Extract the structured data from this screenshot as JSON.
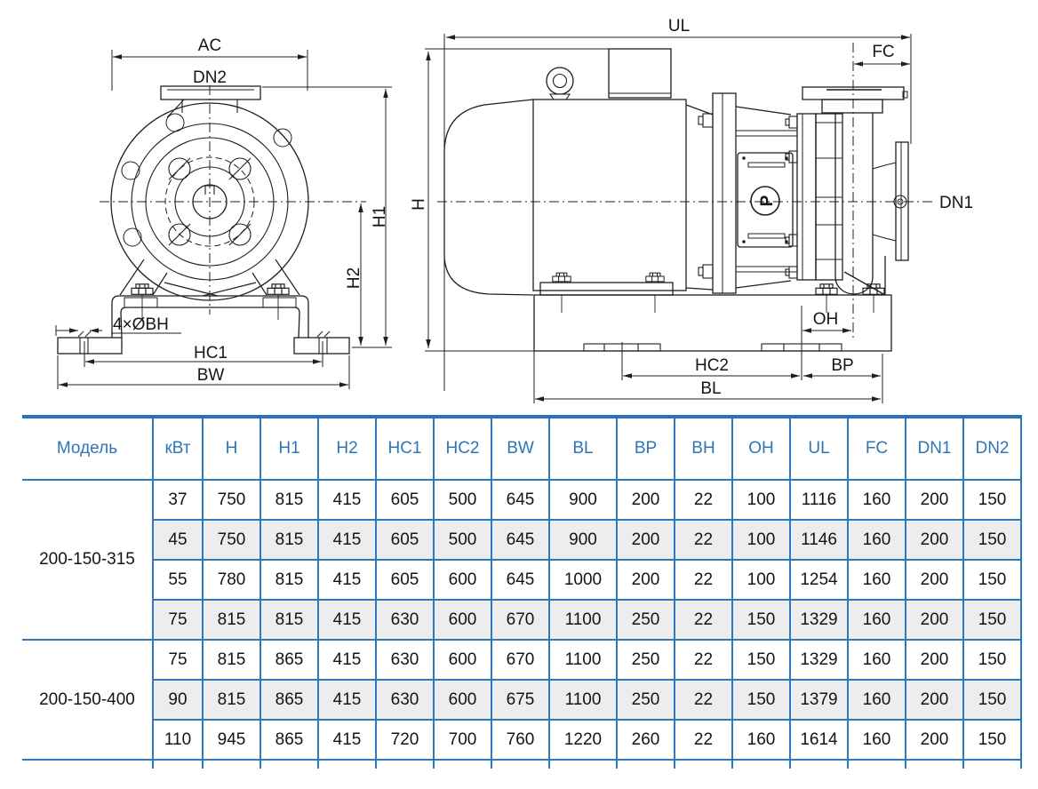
{
  "diagram": {
    "front_view": {
      "title": "pump front view drawing",
      "labels": {
        "ac": "AC",
        "dn2": "DN2",
        "h1": "H1",
        "h2": "H2",
        "bolt_holes": "4×ØBH",
        "hc1": "HC1",
        "bw": "BW"
      }
    },
    "side_view": {
      "title": "pump side view drawing",
      "labels": {
        "ul": "UL",
        "fc": "FC",
        "h": "H",
        "dn1": "DN1",
        "oh": "OH",
        "hc2": "HC2",
        "bp": "BP",
        "bl": "BL"
      },
      "logo_letter": "P"
    }
  },
  "table": {
    "headers": [
      "Модель",
      "кВт",
      "H",
      "H1",
      "H2",
      "HC1",
      "HC2",
      "BW",
      "BL",
      "BP",
      "BH",
      "OH",
      "UL",
      "FC",
      "DN1",
      "DN2"
    ],
    "groups": [
      {
        "model": "200-150-315",
        "rows": [
          [
            37,
            750,
            815,
            415,
            605,
            500,
            645,
            900,
            200,
            22,
            100,
            1116,
            160,
            200,
            150
          ],
          [
            45,
            750,
            815,
            415,
            605,
            500,
            645,
            900,
            200,
            22,
            100,
            1146,
            160,
            200,
            150
          ],
          [
            55,
            780,
            815,
            415,
            605,
            600,
            645,
            1000,
            200,
            22,
            100,
            1254,
            160,
            200,
            150
          ],
          [
            75,
            815,
            815,
            415,
            630,
            600,
            670,
            1100,
            250,
            22,
            150,
            1329,
            160,
            200,
            150
          ]
        ]
      },
      {
        "model": "200-150-400",
        "rows": [
          [
            75,
            815,
            865,
            415,
            630,
            600,
            670,
            1100,
            250,
            22,
            150,
            1329,
            160,
            200,
            150
          ],
          [
            90,
            815,
            865,
            415,
            630,
            600,
            675,
            1100,
            250,
            22,
            150,
            1379,
            160,
            200,
            150
          ],
          [
            110,
            945,
            865,
            415,
            720,
            700,
            760,
            1220,
            260,
            22,
            160,
            1614,
            160,
            200,
            150
          ]
        ]
      }
    ]
  },
  "colors": {
    "accent_text": "#2E75B6",
    "table_border": "#2E78BC",
    "row_stripe": "#ECEDEE",
    "drawing_line": "#1F1F1F"
  }
}
